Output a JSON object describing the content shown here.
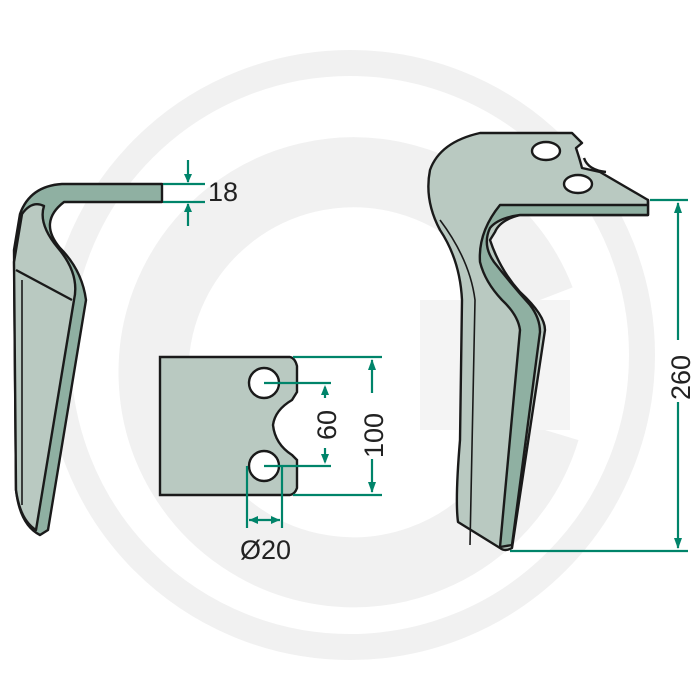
{
  "title": "Rotary harrow tine technical drawing",
  "colors": {
    "face": "#b9c9c1",
    "edge": "#8fb0a2",
    "outline": "#1a1a1a",
    "dimension": "#00846a",
    "watermark": "#f1f1f1"
  },
  "watermark": {
    "icon": "g-logo-watermark"
  },
  "dimensions": {
    "thickness": "18",
    "hole_spacing": "60",
    "plate_height": "100",
    "hole_diameter": "Ø20",
    "overall_height": "260"
  },
  "views": [
    "side-view",
    "mounting-plate-detail",
    "perspective-view"
  ]
}
